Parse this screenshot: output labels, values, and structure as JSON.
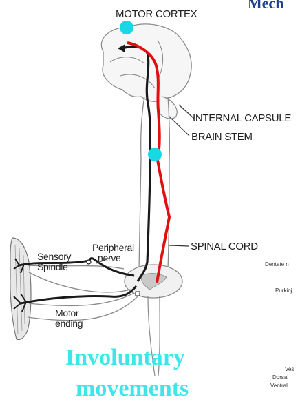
{
  "header": {
    "title": "Mech"
  },
  "labels": {
    "motor_cortex": "MOTOR CORTEX",
    "internal_capsule": "INTERNAL CAPSULE",
    "brain_stem": "BRAIN STEM",
    "spinal_cord": "SPINAL CORD",
    "peripheral_nerve_line1": "Peripheral",
    "peripheral_nerve_line2": "nerve",
    "sensory_spindle_line1": "Sensory",
    "sensory_spindle_line2": "Spindle",
    "motor_ending_line1": "Motor",
    "motor_ending_line2": "ending"
  },
  "cropped_labels": {
    "dentate": "Dentate n",
    "purkinje": "Purkinj",
    "ves": "Ves",
    "dorsal": "Dorsal",
    "ventral": "Ventral"
  },
  "caption": {
    "line1": "Involuntary",
    "line2": "movements"
  },
  "colors": {
    "pathway_red": "#e01010",
    "pathway_black": "#1a1a1a",
    "marker_cyan": "#18d8e4",
    "caption_cyan": "#3ee6ea",
    "title_blue": "#1f3f8f"
  }
}
